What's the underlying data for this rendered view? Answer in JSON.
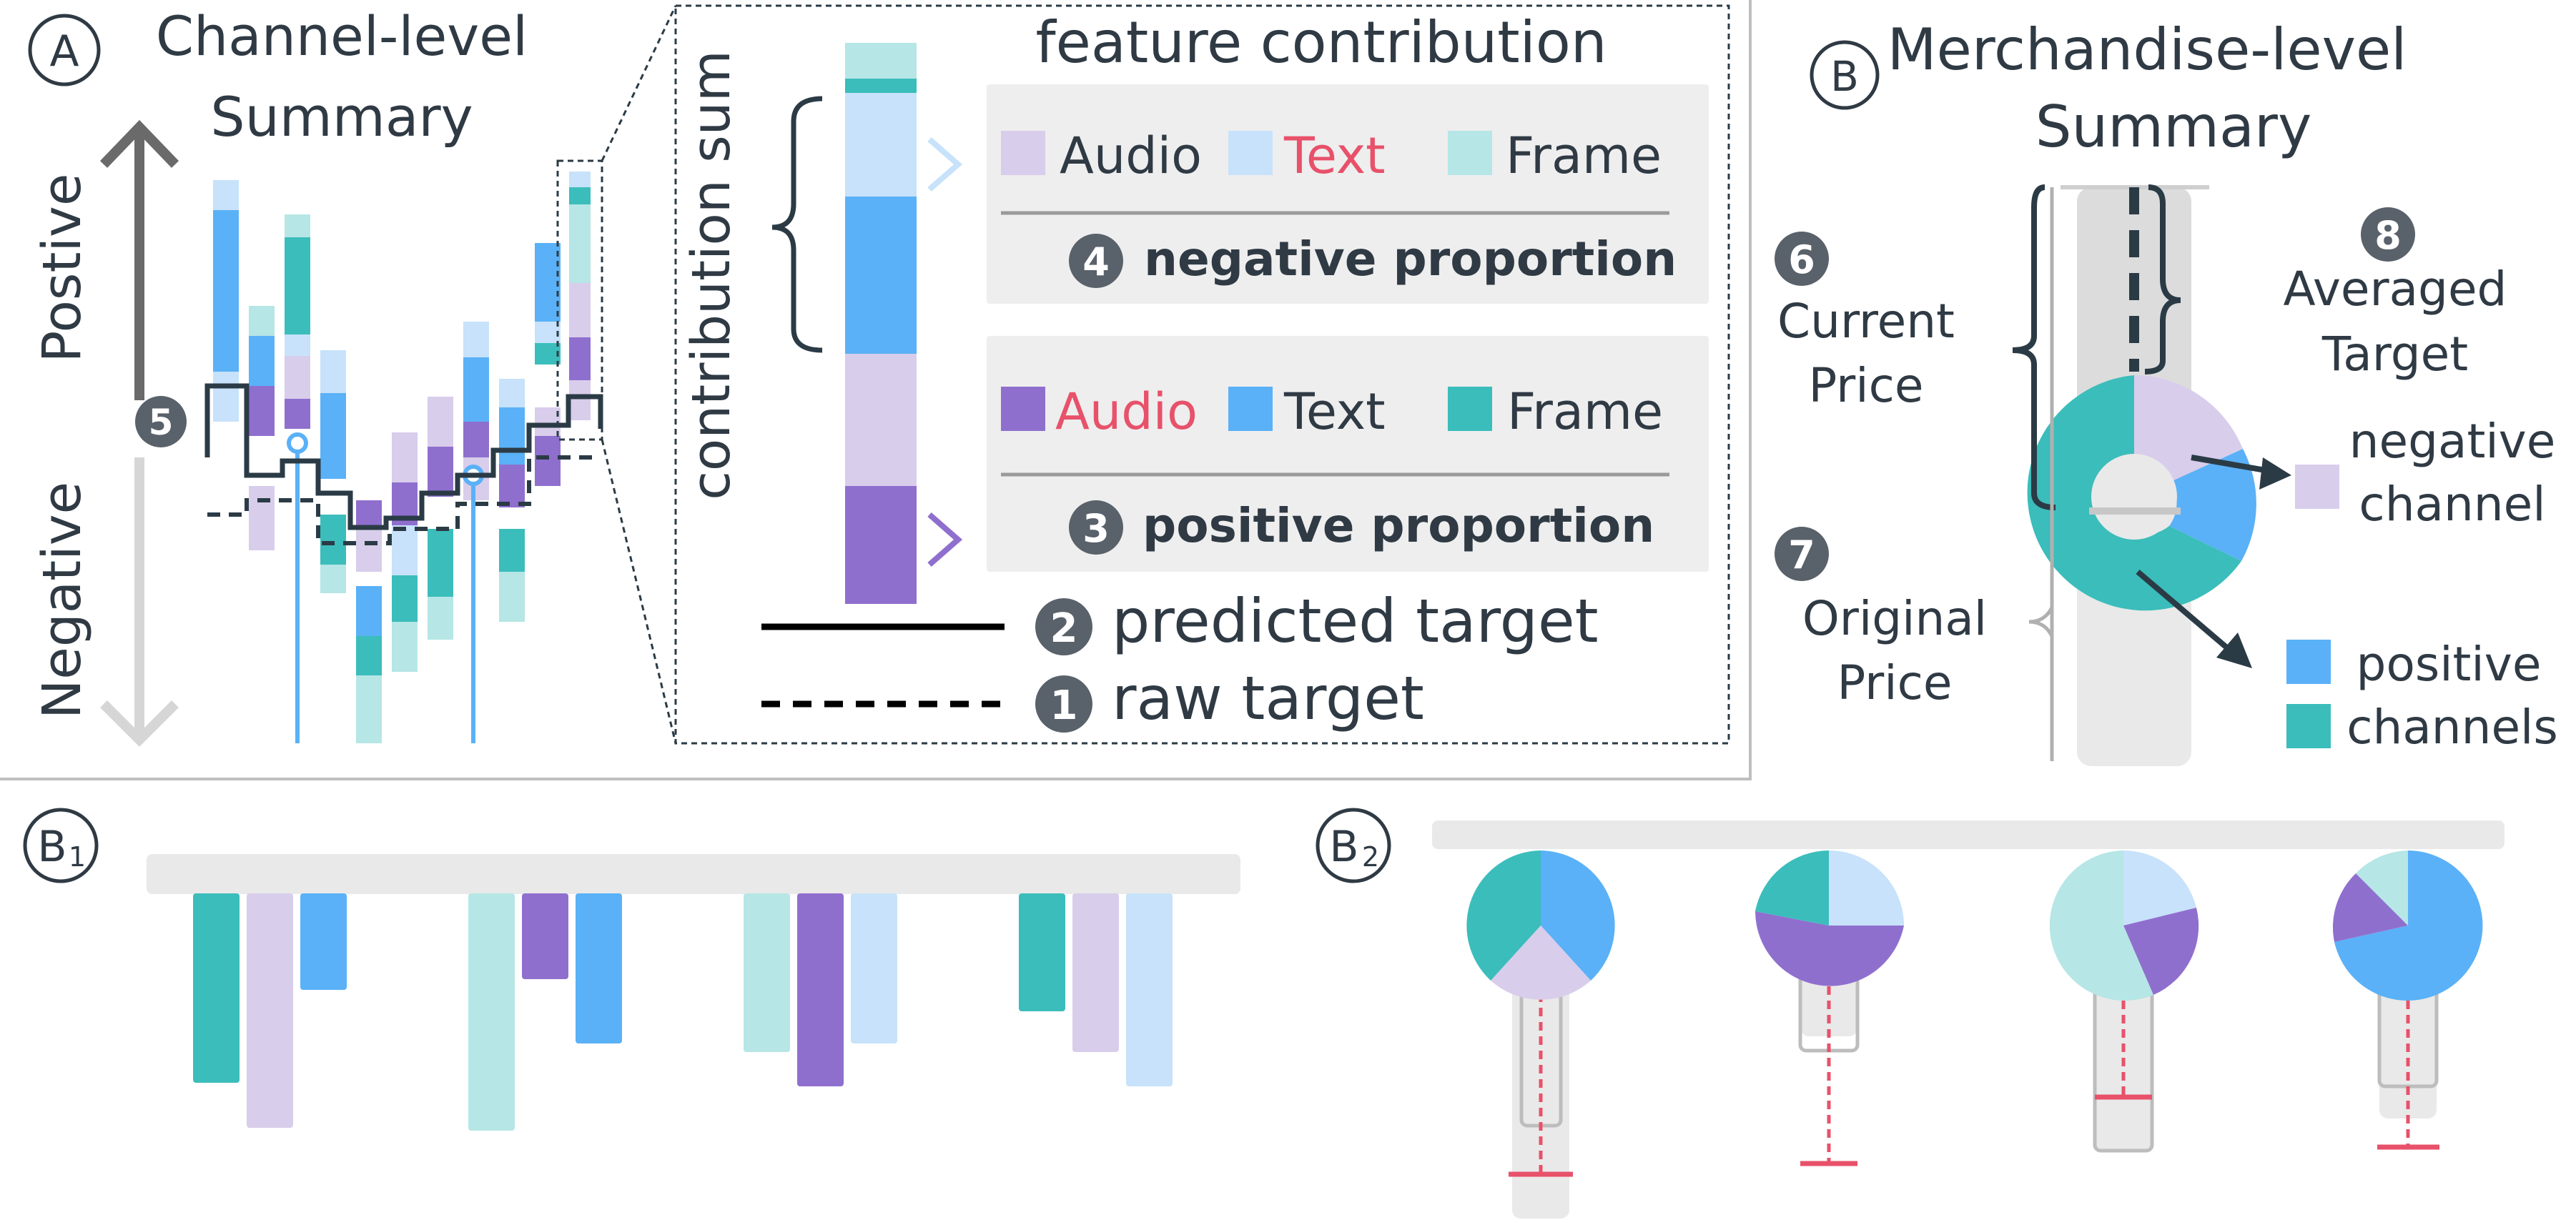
{
  "colors": {
    "audio_pos": "#8F6FCE",
    "audio_neg": "#D8CDEB",
    "text_pos": "#5AB1F7",
    "text_neg": "#C7E2FA",
    "frame_pos": "#3BBDBB",
    "frame_neg": "#B6E6E5",
    "dark": "#2B3B46",
    "grey_band": "#E9E9E9",
    "red": "#E8516A",
    "ink": "#2F3A44"
  },
  "panel_a": {
    "label": "A",
    "title_line1": "Channel-level",
    "title_line2": "Summary",
    "axis_positive": "Postive",
    "axis_negative": "Negative",
    "badge_5": "5"
  },
  "legend": {
    "title": "feature contribution",
    "contribution_sum": "contribution sum",
    "negative_items": [
      "Audio",
      "Text",
      "Frame"
    ],
    "negative_badge": "4",
    "negative_label": "negative proportion",
    "positive_items": [
      "Audio",
      "Text",
      "Frame"
    ],
    "positive_badge": "3",
    "positive_label": "positive proportion",
    "predicted_badge": "2",
    "predicted_label": "predicted target",
    "raw_badge": "1",
    "raw_label": "raw target"
  },
  "panel_b": {
    "label": "B",
    "title_line1": "Merchandise-level",
    "title_line2": "Summary",
    "badge_6": "6",
    "current_price_1": "Current",
    "current_price_2": "Price",
    "badge_7": "7",
    "original_price_1": "Original",
    "original_price_2": "Price",
    "badge_8": "8",
    "averaged_target_1": "Averaged",
    "averaged_target_2": "Target",
    "negative_channel_1": "negative",
    "negative_channel_2": "channel",
    "positive_channels_1": "positive",
    "positive_channels_2": "channels"
  },
  "panel_b1": {
    "label_main": "B",
    "label_sub": "1"
  },
  "panel_b2": {
    "label_main": "B",
    "label_sub": "2"
  }
}
